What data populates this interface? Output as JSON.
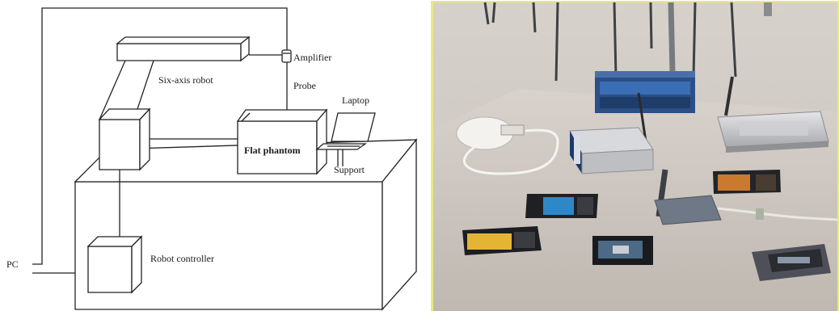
{
  "diagram": {
    "labels": {
      "amplifier": "Amplifier",
      "six_axis_robot": "Six-axis robot",
      "probe": "Probe",
      "laptop": "Laptop",
      "flat_phantom": "Flat phantom",
      "support": "Support",
      "pc": "PC",
      "robot_controller": "Robot controller"
    }
  },
  "photo": {
    "wall_color": "#d9d4ce",
    "table_color": "#cfc8c2",
    "frame_color": "#e8eb7a"
  }
}
